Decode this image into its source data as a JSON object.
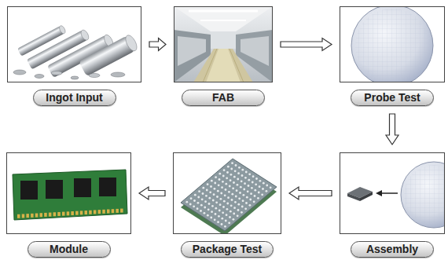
{
  "diagram": {
    "nodes": [
      {
        "text": [
          "Ingot Input"
        ]
      },
      {
        "text": [
          "FAB"
        ]
      },
      {
        "text": [
          "Probe Test"
        ]
      },
      {
        "text": [
          "Assembly"
        ]
      },
      {
        "text": [
          "Package Test"
        ]
      },
      {
        "text": [
          "Module"
        ]
      }
    ],
    "edges": [
      {
        "from": 0,
        "to": 1,
        "arrow": "to"
      },
      {
        "from": 1,
        "to": 2,
        "arrow": "to"
      },
      {
        "from": 2,
        "to": 3,
        "arrow": "to"
      },
      {
        "from": 3,
        "to": 4,
        "arrow": "to"
      },
      {
        "from": 4,
        "to": 5,
        "arrow": "to"
      }
    ]
  }
}
